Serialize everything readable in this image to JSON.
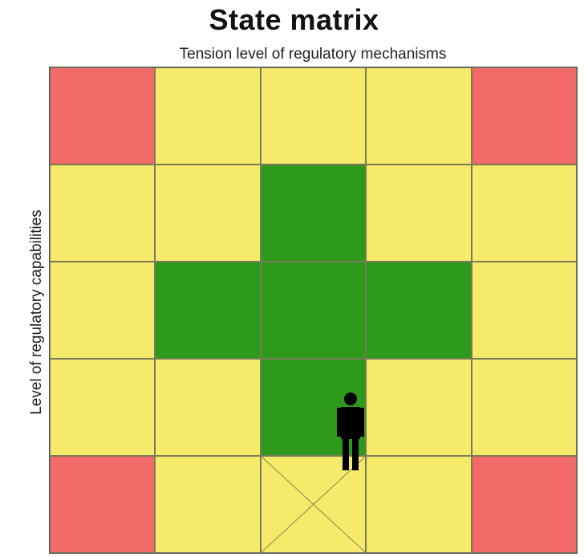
{
  "title": "State matrix",
  "subtitle": "Tension level of regulatory mechanisms",
  "ylabel": "Level of regulatory capabilities",
  "colors": {
    "red": "#f26b68",
    "yellow": "#f6ea6a",
    "green": "#2e9a1c"
  },
  "matrix": [
    [
      "red",
      "yellow",
      "yellow",
      "yellow",
      "red"
    ],
    [
      "yellow",
      "yellow",
      "green",
      "yellow",
      "yellow"
    ],
    [
      "yellow",
      "green",
      "green",
      "green",
      "yellow"
    ],
    [
      "yellow",
      "yellow",
      "green",
      "yellow",
      "yellow"
    ],
    [
      "red",
      "yellow",
      "yellow-crossed",
      "yellow",
      "red"
    ]
  ],
  "marker": "person-icon"
}
